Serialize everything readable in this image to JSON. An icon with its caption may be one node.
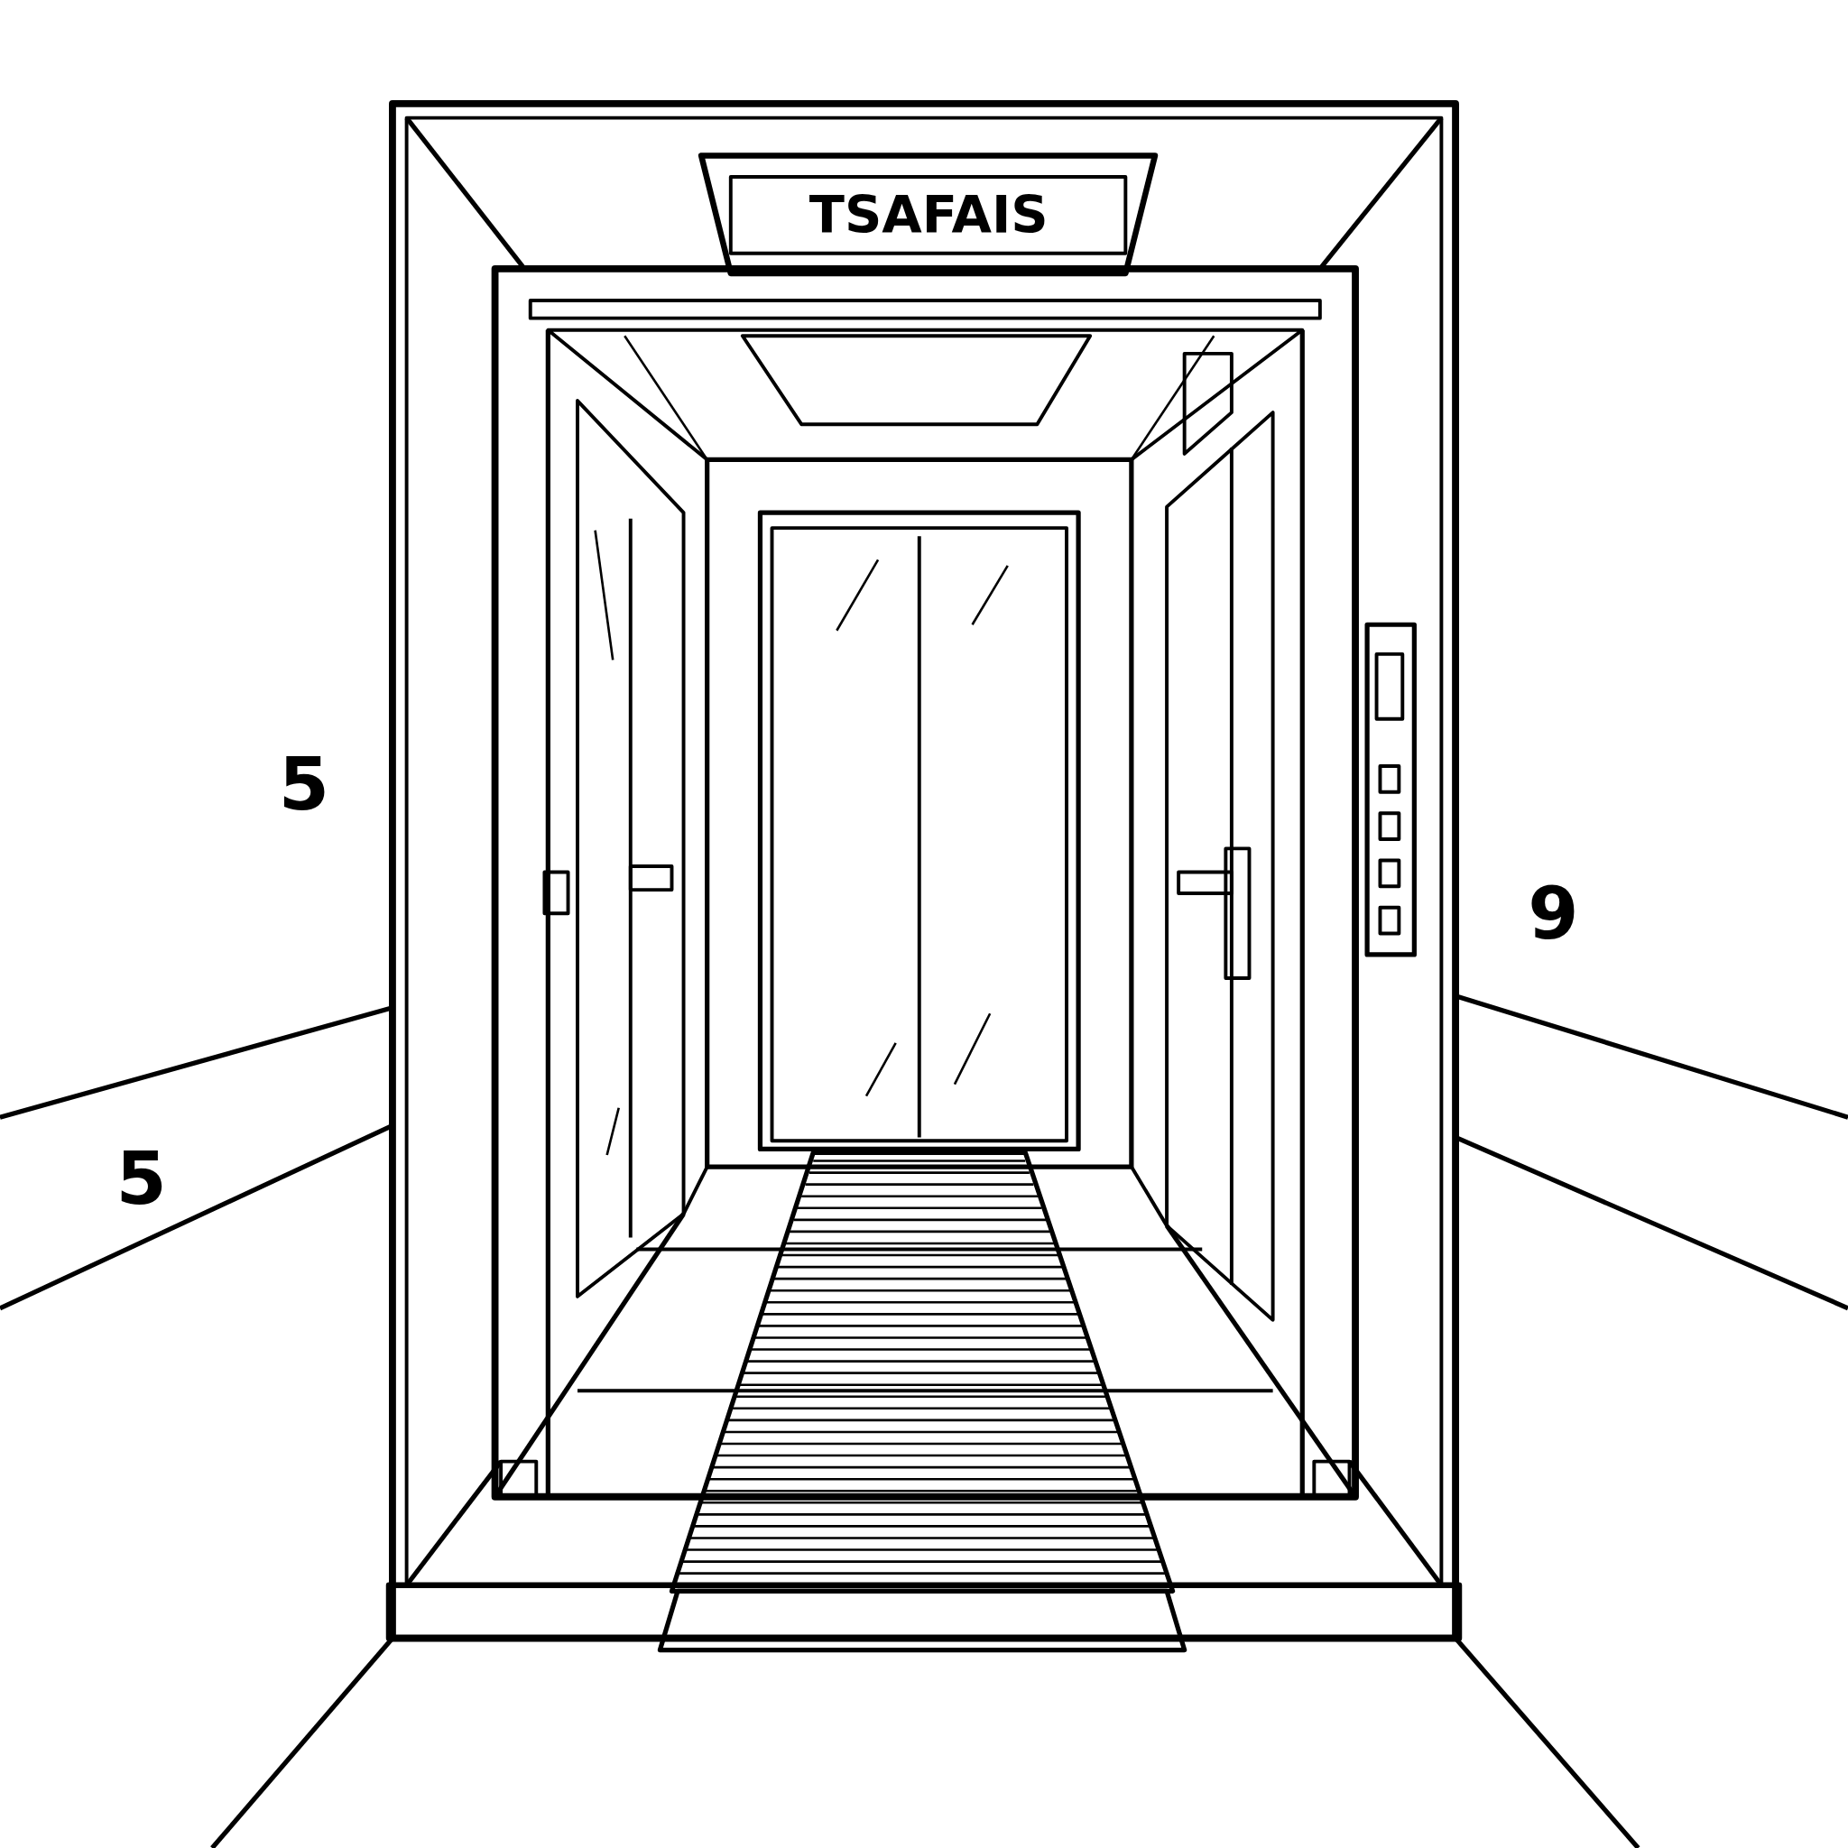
{
  "diagram": {
    "labels": [
      "TSAFAIS",
      "5",
      "9",
      "5"
    ]
  }
}
